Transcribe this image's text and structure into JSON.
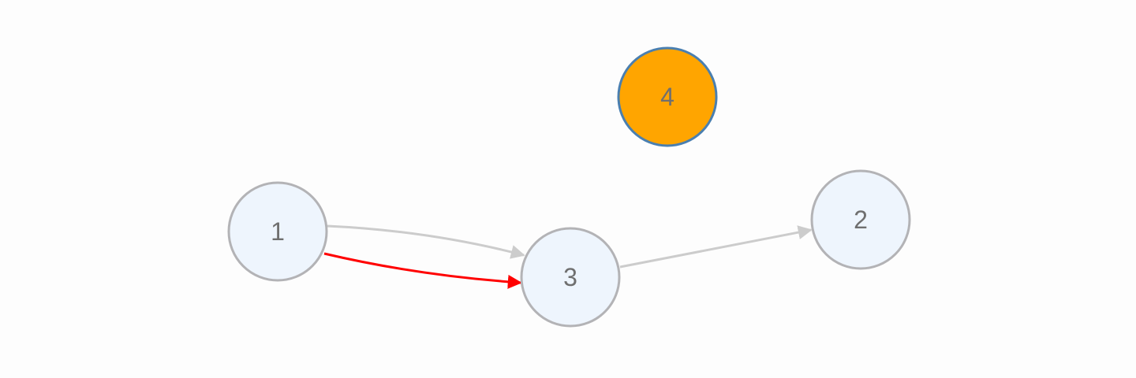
{
  "graph": {
    "nodes": [
      {
        "id": "1",
        "label": "1",
        "fill": "#eef5fd",
        "stroke": "#b3b3b6",
        "selected": false
      },
      {
        "id": "2",
        "label": "2",
        "fill": "#eef5fd",
        "stroke": "#b3b3b6",
        "selected": false
      },
      {
        "id": "3",
        "label": "3",
        "fill": "#eef5fd",
        "stroke": "#b3b3b6",
        "selected": false
      },
      {
        "id": "4",
        "label": "4",
        "fill": "#ffa500",
        "stroke": "#4a7fb0",
        "selected": true
      }
    ],
    "edges": [
      {
        "from": "1",
        "to": "3",
        "color": "#cccccc",
        "highlighted": false
      },
      {
        "from": "1",
        "to": "3",
        "color": "#ff0000",
        "highlighted": true
      },
      {
        "from": "3",
        "to": "2",
        "color": "#cccccc",
        "highlighted": false
      }
    ]
  }
}
